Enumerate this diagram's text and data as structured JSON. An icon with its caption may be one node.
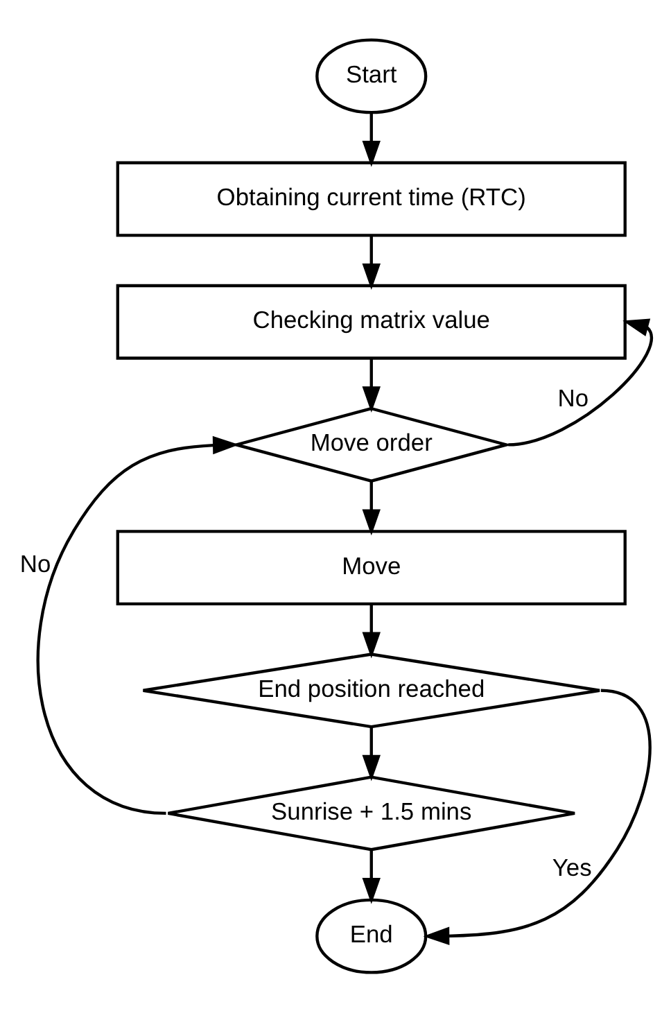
{
  "diagram": {
    "nodes": [
      {
        "text": [
          "Start"
        ]
      },
      {
        "text": [
          "Obtaining current time (RTC)"
        ]
      },
      {
        "text": [
          "Checking matrix value"
        ]
      },
      {
        "text": [
          "Move order"
        ]
      },
      {
        "text": [
          "Move"
        ]
      },
      {
        "text": [
          "End position reached"
        ]
      },
      {
        "text": [
          "Sunrise + 1.5 mins"
        ]
      },
      {
        "text": [
          "End"
        ]
      }
    ],
    "edges": [
      {
        "from": 0,
        "to": 1,
        "arrow": "to"
      },
      {
        "from": 1,
        "to": 2,
        "arrow": "to"
      },
      {
        "from": 2,
        "to": 3,
        "arrow": "to"
      },
      {
        "from": 3,
        "to": 4,
        "arrow": "to"
      },
      {
        "from": 3,
        "to": 2,
        "arrow": "to",
        "label": "No"
      },
      {
        "from": 4,
        "to": 5,
        "arrow": "to"
      },
      {
        "from": 5,
        "to": 6,
        "arrow": "to"
      },
      {
        "from": 5,
        "to": 7,
        "arrow": "to",
        "label": "Yes"
      },
      {
        "from": 6,
        "to": 3,
        "arrow": "to",
        "label": "No"
      },
      {
        "from": 6,
        "to": 7,
        "arrow": "to"
      }
    ]
  }
}
